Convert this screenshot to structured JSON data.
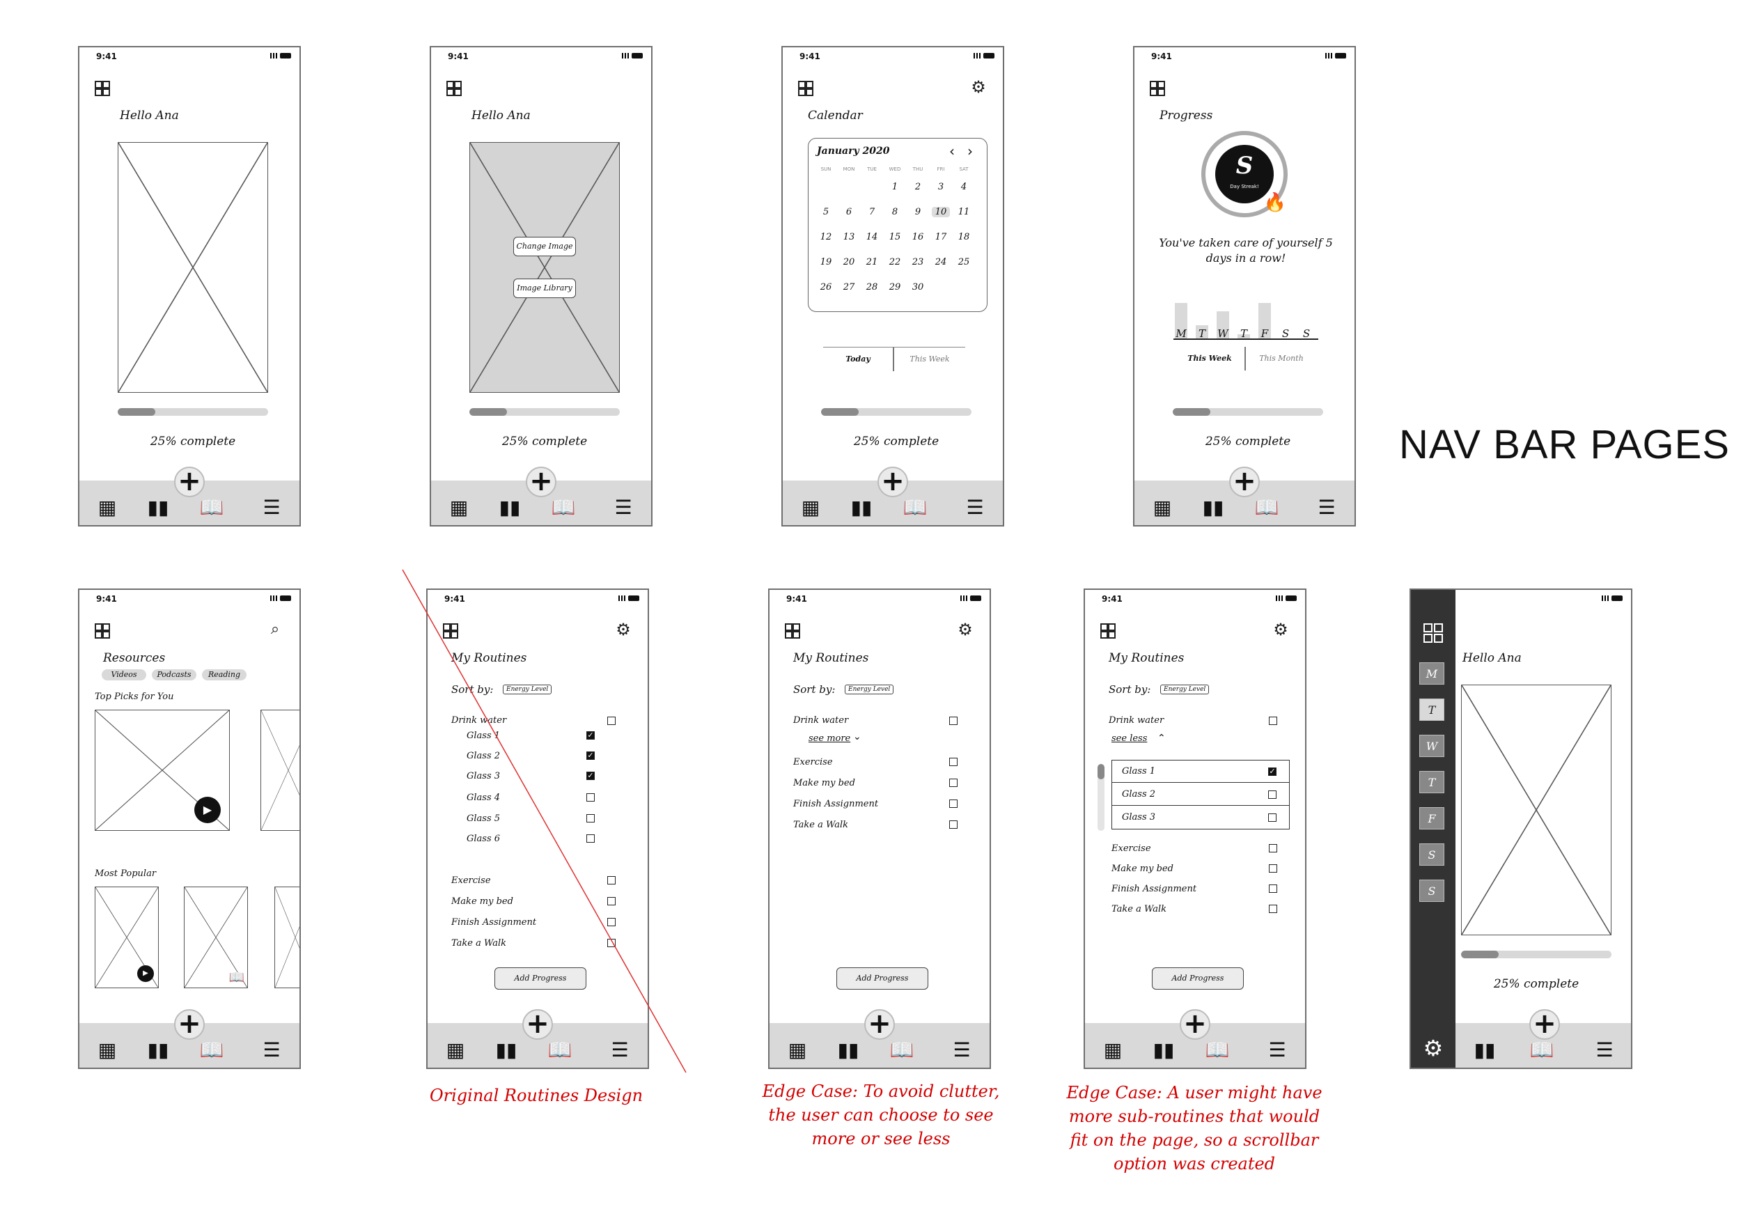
{
  "status_time": "9:41",
  "greeting": "Hello Ana",
  "progress": {
    "label": "25% complete",
    "fraction": 0.25
  },
  "home2": {
    "change_image": "Change Image",
    "image_library": "Image Library"
  },
  "calendar": {
    "title": "Calendar",
    "month": "January 2020",
    "weekdays": [
      "SUN",
      "MON",
      "TUE",
      "WED",
      "THU",
      "FRI",
      "SAT"
    ],
    "selected_day": "10",
    "tab_today": "Today",
    "tab_week": "This Week"
  },
  "progress_page": {
    "title": "Progress",
    "streak_letter": "S",
    "streak_sub": "Day Streak!",
    "message": "You've taken care of yourself 5 days in a row!",
    "days": [
      "M",
      "T",
      "W",
      "T",
      "F",
      "S",
      "S"
    ],
    "bar_levels": [
      0.65,
      0.25,
      0.5,
      0.08,
      0.65,
      0.0,
      0.0
    ],
    "tab_week": "This Week",
    "tab_month": "This Month"
  },
  "resources": {
    "title": "Resources",
    "filters": [
      "Videos",
      "Podcasts",
      "Reading"
    ],
    "top_picks": "Top Picks for You",
    "most_popular": "Most Popular"
  },
  "routines": {
    "title": "My Routines",
    "sort_label": "Sort by:",
    "sort_value": "Energy Level",
    "drink_water": "Drink water",
    "glasses": [
      "Glass 1",
      "Glass 2",
      "Glass 3",
      "Glass 4",
      "Glass 5",
      "Glass 6"
    ],
    "tasks": [
      "Exercise",
      "Make my bed",
      "Finish Assignment",
      "Take a Walk"
    ],
    "see_more": "see more",
    "see_less": "see less",
    "add_progress": "Add Progress"
  },
  "sidebar_days": [
    "M",
    "T",
    "W",
    "T",
    "F",
    "S",
    "S"
  ],
  "captions": {
    "original": "Original Routines Design",
    "edge1": "Edge Case: To avoid clutter, the user can choose to see more or see less",
    "edge2": "Edge Case: A user might have more sub-routines that would fit on the page, so a scrollbar option was created"
  },
  "heading": "NAV BAR PAGES",
  "colors": {
    "accent_red": "#d40000",
    "navbar_gray": "#d9d9d9",
    "sidebar_dark": "#333333"
  }
}
